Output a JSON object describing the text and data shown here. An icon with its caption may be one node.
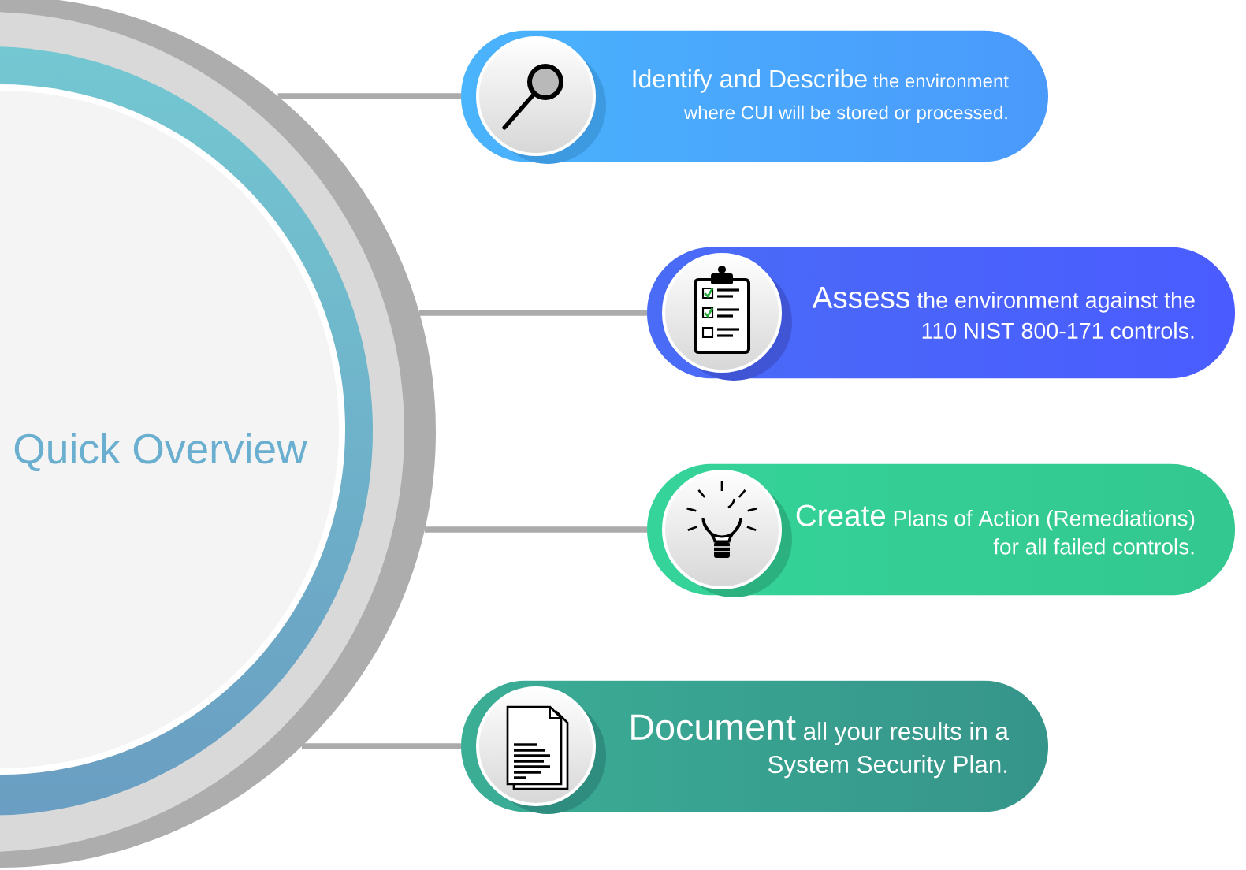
{
  "diagram": {
    "nodes": [
      {
        "text": [
          "Quick Overview"
        ]
      },
      {
        "text": [
          "Identify and Describe",
          "the environment where CUI will be stored or processed."
        ]
      },
      {
        "text": [
          "Assess",
          "the environment against the 110 NIST 800-171 controls."
        ]
      },
      {
        "text": [
          "Create",
          "Plans of Action (Remediations) for all failed controls."
        ]
      },
      {
        "text": [
          "Document",
          "all your results in a System Security Plan."
        ]
      }
    ],
    "edges": [
      {
        "from": 0,
        "to": 1,
        "arrow": "none"
      },
      {
        "from": 0,
        "to": 2,
        "arrow": "none"
      },
      {
        "from": 0,
        "to": 3,
        "arrow": "none"
      },
      {
        "from": 0,
        "to": 4,
        "arrow": "none"
      }
    ]
  }
}
